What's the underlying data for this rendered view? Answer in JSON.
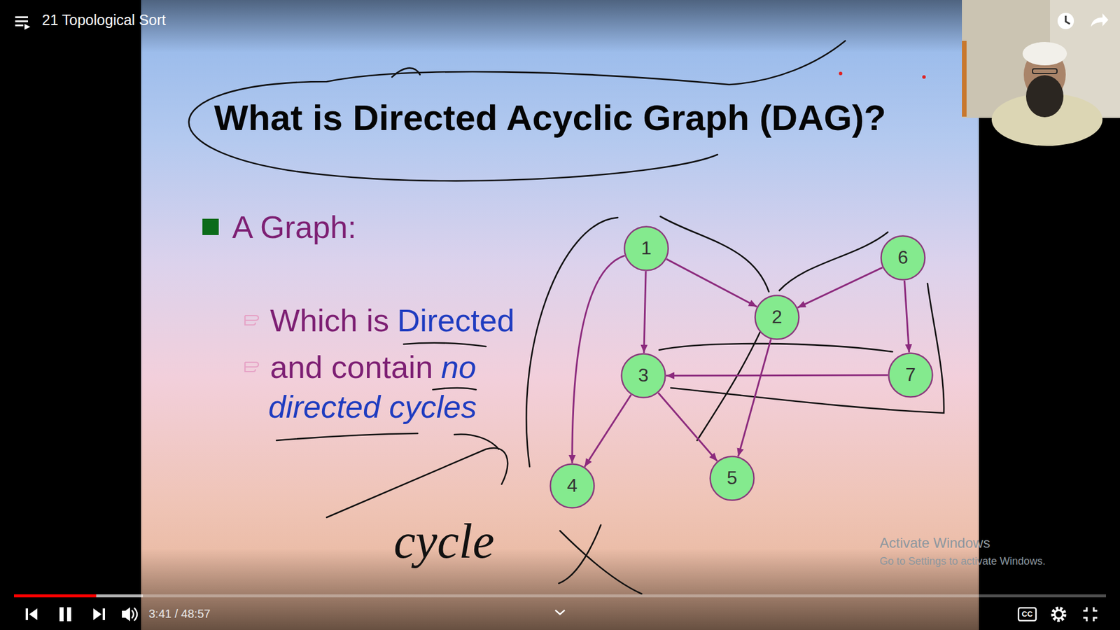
{
  "diagram": {
    "title": "What is Directed Acyclic Graph (DAG)?",
    "nodes": [
      {
        "text": [
          "1"
        ]
      },
      {
        "text": [
          "6"
        ]
      },
      {
        "text": [
          "2"
        ]
      },
      {
        "text": [
          "3"
        ]
      },
      {
        "text": [
          "7"
        ]
      },
      {
        "text": [
          "5"
        ]
      },
      {
        "text": [
          "4"
        ]
      }
    ],
    "edges": [
      {
        "from": 0,
        "to": 2,
        "arrow": "to"
      },
      {
        "from": 0,
        "to": 3,
        "arrow": "to"
      },
      {
        "from": 0,
        "to": 6,
        "arrow": "to"
      },
      {
        "from": 1,
        "to": 2,
        "arrow": "to"
      },
      {
        "from": 1,
        "to": 4,
        "arrow": "to"
      },
      {
        "from": 4,
        "to": 3,
        "arrow": "to"
      },
      {
        "from": 2,
        "to": 5,
        "arrow": "to"
      },
      {
        "from": 3,
        "to": 6,
        "arrow": "to"
      },
      {
        "from": 3,
        "to": 5,
        "arrow": "to"
      }
    ],
    "labels": [
      "21 Topological Sort",
      "A Graph:",
      "Which is",
      "Directed",
      "and contain",
      "no",
      "directed cycles",
      "cycle",
      "Activate Windows",
      "Go to Settings to activate Windows.",
      "3:41 / 48:57",
      "CC"
    ]
  }
}
